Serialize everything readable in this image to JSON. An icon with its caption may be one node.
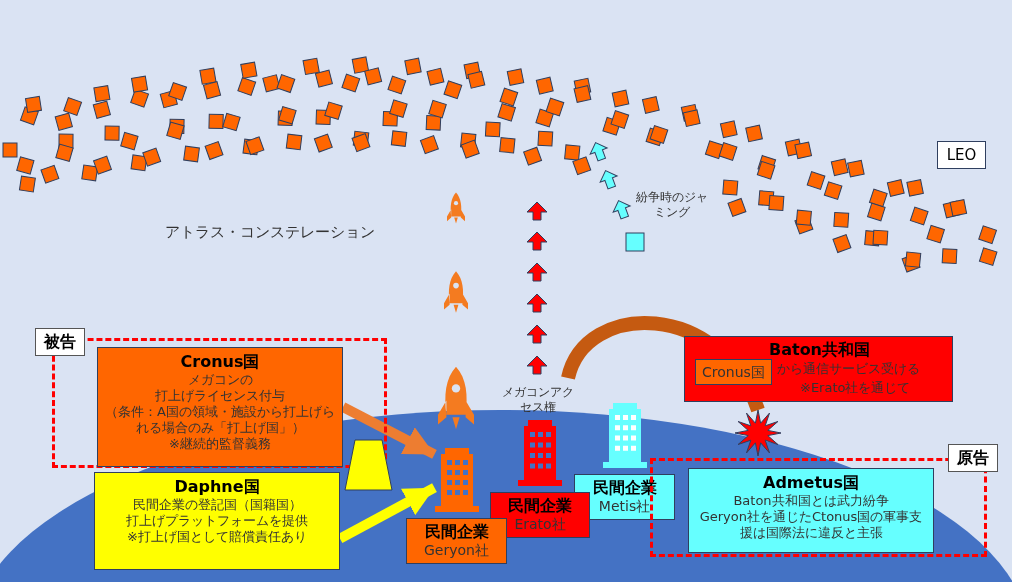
{
  "diagram": {
    "nodes": [
      {
        "text": [
          "LEO"
        ]
      },
      {
        "text": [
          "被告"
        ]
      },
      {
        "text": [
          "Cronus国",
          "メガコンの",
          "打上げライセンス付与",
          "（条件：A国の領域・施設から打上げられる場合のみ「打上げ国」）",
          "※継続的監督義務"
        ],
        "in": 1
      },
      {
        "text": [
          "Baton共和国",
          "から通信サービス受ける",
          "※Erato社を通じて"
        ]
      },
      {
        "text": [
          "Cronus国"
        ],
        "in": 3
      },
      {
        "text": [],
        "shape": "star"
      },
      {
        "text": [
          "民間企業",
          "Metis社"
        ]
      },
      {
        "text": [],
        "shape": "trapezoid"
      },
      {
        "text": [
          "民間企業",
          "Erato社"
        ]
      },
      {
        "text": [
          "原告"
        ]
      },
      {
        "text": [
          "Admetus国",
          "Baton共和国とは武力紛争",
          "Geryon社を通じたCtonus国の軍事支援は国際法に違反と主張"
        ],
        "in": 9
      },
      {
        "text": [
          "Daphne国",
          "民間企業の登記国（国籍国）",
          "打上げプラットフォームを提供",
          "※打上げ国として賠償責任あり"
        ]
      },
      {
        "text": [
          "民間企業",
          "Geryon社"
        ]
      }
    ],
    "edges": [
      {
        "from": 2,
        "to": 12,
        "arrow": "to",
        "color": "#ed7d31"
      },
      {
        "from": 11,
        "to": 12,
        "arrow": "to",
        "color": "#ffff00"
      },
      {
        "from": null,
        "to": 5,
        "arrow": "to",
        "color": "#c55a11"
      }
    ],
    "labels": [
      "アトラス・コンステレーション",
      "紛争時のジャミング",
      "メガコンアクセス権"
    ]
  }
}
